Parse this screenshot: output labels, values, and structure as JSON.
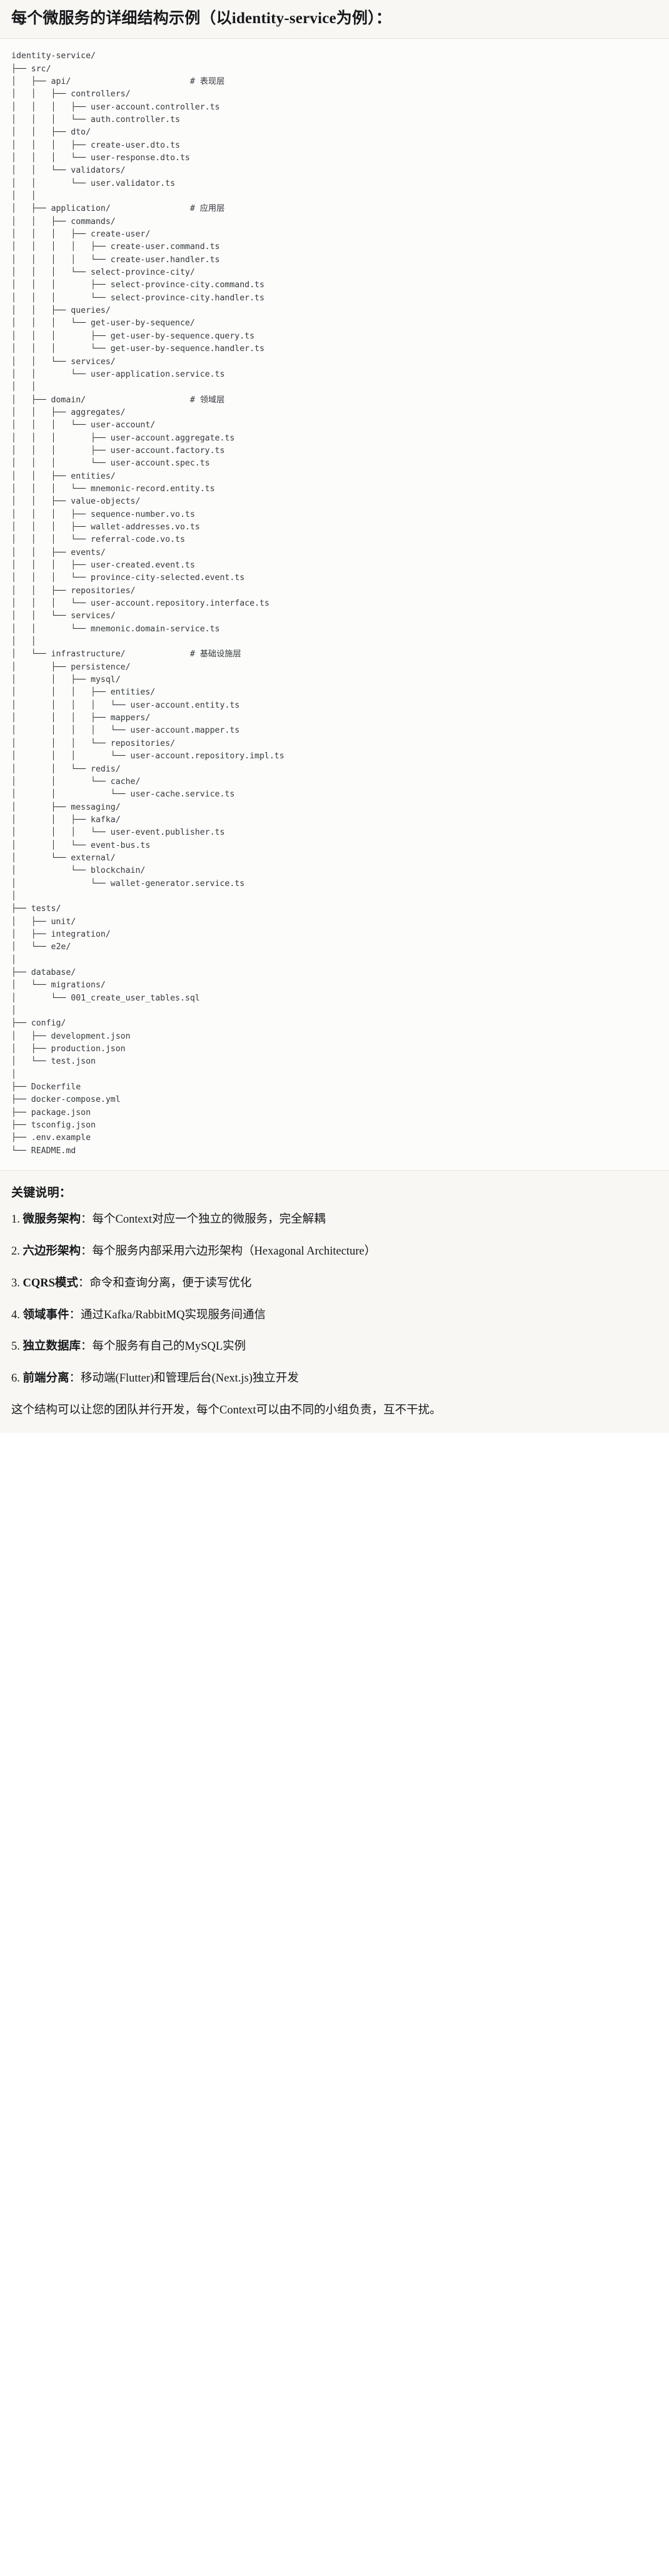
{
  "title": "每个微服务的详细结构示例（以identity-service为例）：",
  "tree": {
    "language": "text",
    "lines": [
      {
        "text": "identity-service/",
        "comment": ""
      },
      {
        "text": "├── src/",
        "comment": ""
      },
      {
        "text": "│   ├── api/",
        "comment": "# 表现层"
      },
      {
        "text": "│   │   ├── controllers/",
        "comment": ""
      },
      {
        "text": "│   │   │   ├── user-account.controller.ts",
        "comment": ""
      },
      {
        "text": "│   │   │   └── auth.controller.ts",
        "comment": ""
      },
      {
        "text": "│   │   ├── dto/",
        "comment": ""
      },
      {
        "text": "│   │   │   ├── create-user.dto.ts",
        "comment": ""
      },
      {
        "text": "│   │   │   └── user-response.dto.ts",
        "comment": ""
      },
      {
        "text": "│   │   └── validators/",
        "comment": ""
      },
      {
        "text": "│   │       └── user.validator.ts",
        "comment": ""
      },
      {
        "text": "│   │",
        "comment": ""
      },
      {
        "text": "│   ├── application/",
        "comment": "# 应用层"
      },
      {
        "text": "│   │   ├── commands/",
        "comment": ""
      },
      {
        "text": "│   │   │   ├── create-user/",
        "comment": ""
      },
      {
        "text": "│   │   │   │   ├── create-user.command.ts",
        "comment": ""
      },
      {
        "text": "│   │   │   │   └── create-user.handler.ts",
        "comment": ""
      },
      {
        "text": "│   │   │   └── select-province-city/",
        "comment": ""
      },
      {
        "text": "│   │   │       ├── select-province-city.command.ts",
        "comment": ""
      },
      {
        "text": "│   │   │       └── select-province-city.handler.ts",
        "comment": ""
      },
      {
        "text": "│   │   ├── queries/",
        "comment": ""
      },
      {
        "text": "│   │   │   └── get-user-by-sequence/",
        "comment": ""
      },
      {
        "text": "│   │   │       ├── get-user-by-sequence.query.ts",
        "comment": ""
      },
      {
        "text": "│   │   │       └── get-user-by-sequence.handler.ts",
        "comment": ""
      },
      {
        "text": "│   │   └── services/",
        "comment": ""
      },
      {
        "text": "│   │       └── user-application.service.ts",
        "comment": ""
      },
      {
        "text": "│   │",
        "comment": ""
      },
      {
        "text": "│   ├── domain/",
        "comment": "# 领域层"
      },
      {
        "text": "│   │   ├── aggregates/",
        "comment": ""
      },
      {
        "text": "│   │   │   └── user-account/",
        "comment": ""
      },
      {
        "text": "│   │   │       ├── user-account.aggregate.ts",
        "comment": ""
      },
      {
        "text": "│   │   │       ├── user-account.factory.ts",
        "comment": ""
      },
      {
        "text": "│   │   │       └── user-account.spec.ts",
        "comment": ""
      },
      {
        "text": "│   │   ├── entities/",
        "comment": ""
      },
      {
        "text": "│   │   │   └── mnemonic-record.entity.ts",
        "comment": ""
      },
      {
        "text": "│   │   ├── value-objects/",
        "comment": ""
      },
      {
        "text": "│   │   │   ├── sequence-number.vo.ts",
        "comment": ""
      },
      {
        "text": "│   │   │   ├── wallet-addresses.vo.ts",
        "comment": ""
      },
      {
        "text": "│   │   │   └── referral-code.vo.ts",
        "comment": ""
      },
      {
        "text": "│   │   ├── events/",
        "comment": ""
      },
      {
        "text": "│   │   │   ├── user-created.event.ts",
        "comment": ""
      },
      {
        "text": "│   │   │   └── province-city-selected.event.ts",
        "comment": ""
      },
      {
        "text": "│   │   ├── repositories/",
        "comment": ""
      },
      {
        "text": "│   │   │   └── user-account.repository.interface.ts",
        "comment": ""
      },
      {
        "text": "│   │   └── services/",
        "comment": ""
      },
      {
        "text": "│   │       └── mnemonic.domain-service.ts",
        "comment": ""
      },
      {
        "text": "│   │",
        "comment": ""
      },
      {
        "text": "│   └── infrastructure/",
        "comment": "# 基础设施层"
      },
      {
        "text": "│       ├── persistence/",
        "comment": ""
      },
      {
        "text": "│       │   ├── mysql/",
        "comment": ""
      },
      {
        "text": "│       │   │   ├── entities/",
        "comment": ""
      },
      {
        "text": "│       │   │   │   └── user-account.entity.ts",
        "comment": ""
      },
      {
        "text": "│       │   │   ├── mappers/",
        "comment": ""
      },
      {
        "text": "│       │   │   │   └── user-account.mapper.ts",
        "comment": ""
      },
      {
        "text": "│       │   │   └── repositories/",
        "comment": ""
      },
      {
        "text": "│       │   │       └── user-account.repository.impl.ts",
        "comment": ""
      },
      {
        "text": "│       │   └── redis/",
        "comment": ""
      },
      {
        "text": "│       │       └── cache/",
        "comment": ""
      },
      {
        "text": "│       │           └── user-cache.service.ts",
        "comment": ""
      },
      {
        "text": "│       ├── messaging/",
        "comment": ""
      },
      {
        "text": "│       │   ├── kafka/",
        "comment": ""
      },
      {
        "text": "│       │   │   └── user-event.publisher.ts",
        "comment": ""
      },
      {
        "text": "│       │   └── event-bus.ts",
        "comment": ""
      },
      {
        "text": "│       └── external/",
        "comment": ""
      },
      {
        "text": "│           └── blockchain/",
        "comment": ""
      },
      {
        "text": "│               └── wallet-generator.service.ts",
        "comment": ""
      },
      {
        "text": "│",
        "comment": ""
      },
      {
        "text": "├── tests/",
        "comment": ""
      },
      {
        "text": "│   ├── unit/",
        "comment": ""
      },
      {
        "text": "│   ├── integration/",
        "comment": ""
      },
      {
        "text": "│   └── e2e/",
        "comment": ""
      },
      {
        "text": "│",
        "comment": ""
      },
      {
        "text": "├── database/",
        "comment": ""
      },
      {
        "text": "│   └── migrations/",
        "comment": ""
      },
      {
        "text": "│       └── 001_create_user_tables.sql",
        "comment": ""
      },
      {
        "text": "│",
        "comment": ""
      },
      {
        "text": "├── config/",
        "comment": ""
      },
      {
        "text": "│   ├── development.json",
        "comment": ""
      },
      {
        "text": "│   ├── production.json",
        "comment": ""
      },
      {
        "text": "│   └── test.json",
        "comment": ""
      },
      {
        "text": "│",
        "comment": ""
      },
      {
        "text": "├── Dockerfile",
        "comment": ""
      },
      {
        "text": "├── docker-compose.yml",
        "comment": ""
      },
      {
        "text": "├── package.json",
        "comment": ""
      },
      {
        "text": "├── tsconfig.json",
        "comment": ""
      },
      {
        "text": "├── .env.example",
        "comment": ""
      },
      {
        "text": "└── README.md",
        "comment": ""
      }
    ]
  },
  "notes": {
    "heading": "关键说明：",
    "items": [
      {
        "num": "1.",
        "term": "微服务架构",
        "sep": "：",
        "desc": "每个Context对应一个独立的微服务，完全解耦"
      },
      {
        "num": "2.",
        "term": "六边形架构",
        "sep": "：",
        "desc": "每个服务内部采用六边形架构（Hexagonal Architecture）"
      },
      {
        "num": "3.",
        "term": "CQRS模式",
        "sep": "：",
        "desc": "命令和查询分离，便于读写优化"
      },
      {
        "num": "4.",
        "term": "领域事件",
        "sep": "：",
        "desc": "通过Kafka/RabbitMQ实现服务间通信"
      },
      {
        "num": "5.",
        "term": "独立数据库",
        "sep": "：",
        "desc": "每个服务有自己的MySQL实例"
      },
      {
        "num": "6.",
        "term": "前端分离",
        "sep": "：",
        "desc": "移动端(Flutter)和管理后台(Next.js)独立开发"
      }
    ],
    "closing": "这个结构可以让您的团队并行开发，每个Context可以由不同的小组负责，互不干扰。"
  },
  "colors": {
    "title_bg": "#f8f7f3",
    "code_bg": "#fcfcfa",
    "notes_bg": "#f8f7f3",
    "text": "#17181b",
    "code_text": "#33383d"
  }
}
